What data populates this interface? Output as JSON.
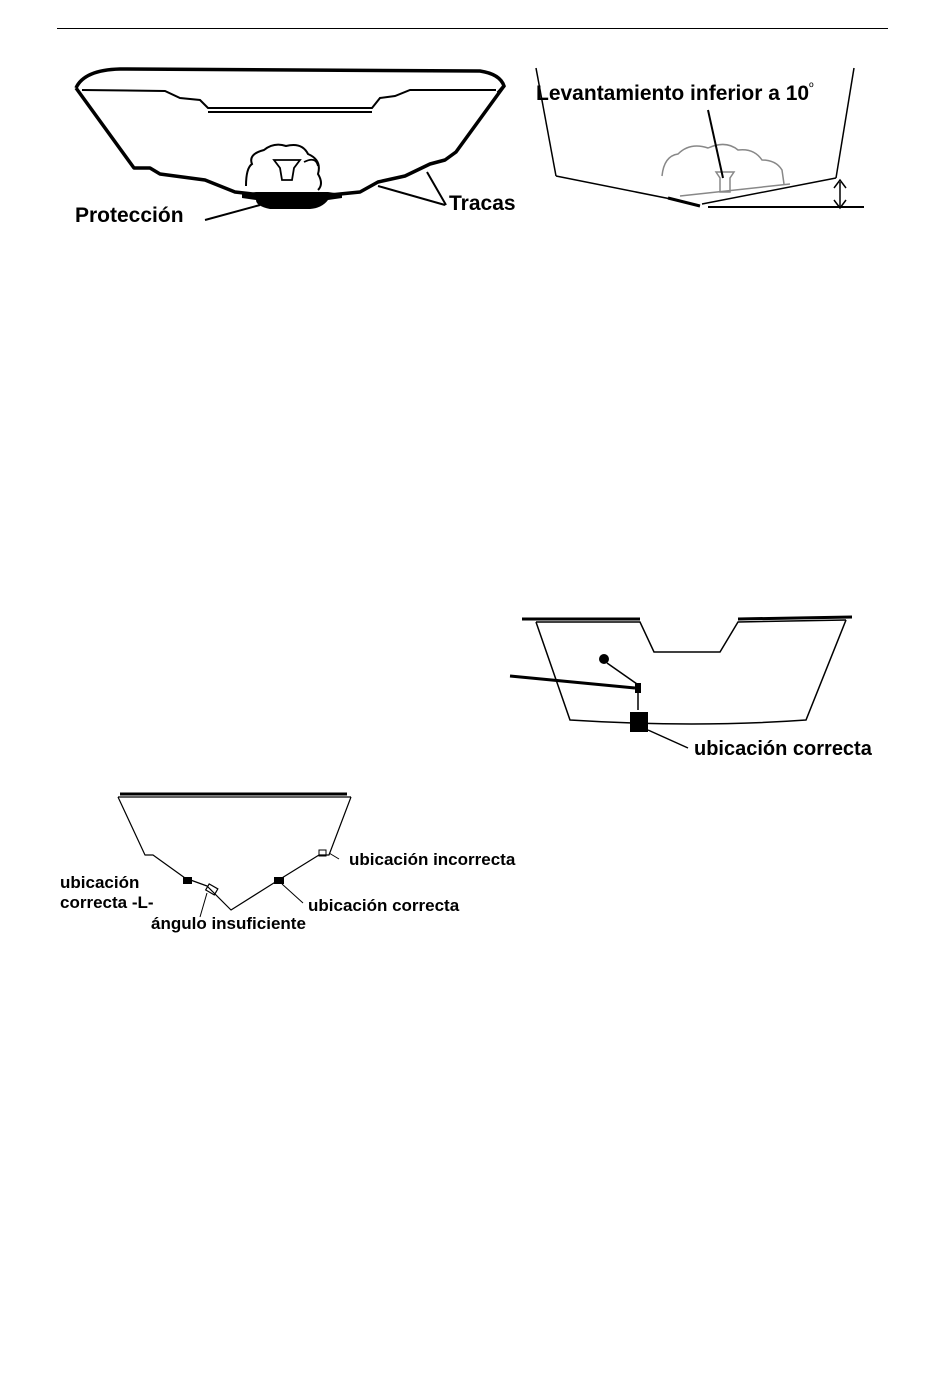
{
  "fig1": {
    "label_protection": "Protección",
    "label_strakes": "Tracas"
  },
  "fig2": {
    "label_deadrise": "Levantamiento inferior a 10",
    "label_degree": "º"
  },
  "fig3": {
    "label_correct": "ubicación correcta"
  },
  "fig4": {
    "label_incorrect": "ubicación incorrecta",
    "label_correct_l_1": "ubicación",
    "label_correct_l_2": "correcta -L-",
    "label_insufficient": "ángulo insuficiente",
    "label_correct_right": "ubicación correcta"
  }
}
